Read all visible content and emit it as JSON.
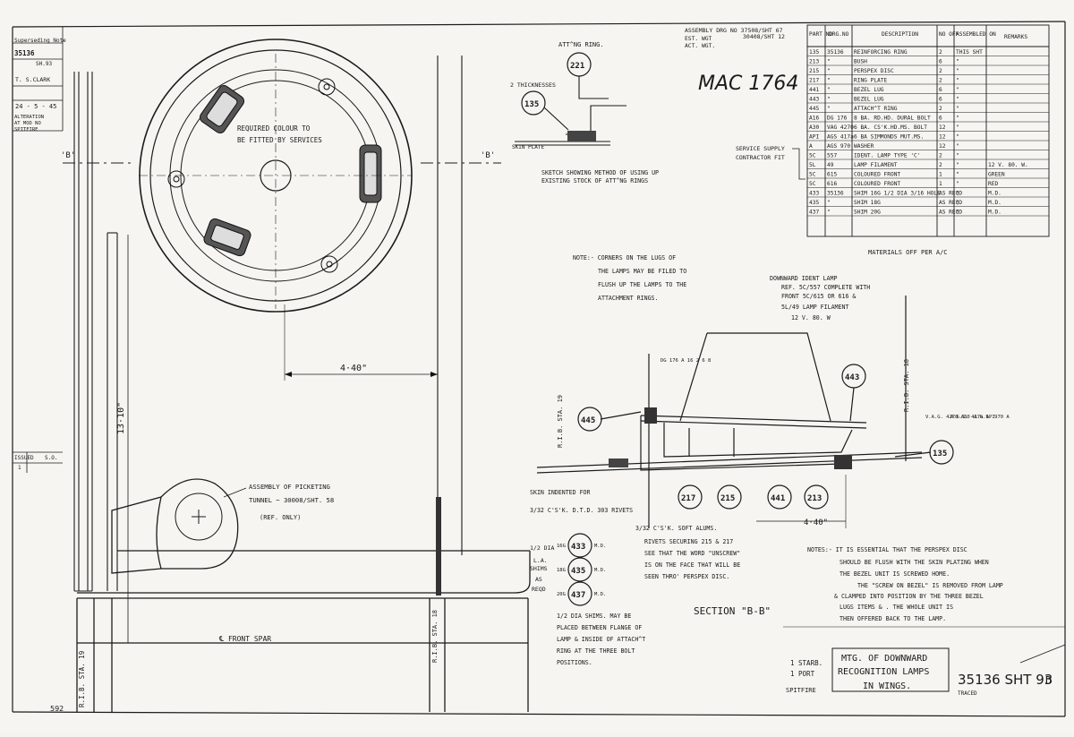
{
  "left_block": {
    "superseding": "Superseding Note",
    "number": "35136",
    "sheet": "SH.93",
    "checker": "T. S.CLARK",
    "date": "24 - 5 - 45",
    "alt1": "ALTERATION",
    "alt2": "AT MOD NO",
    "alt3": "SPITFIRE",
    "issued": "ISSUED",
    "issued_val": "S.O.",
    "issue_no": "1"
  },
  "labels": {
    "rib_sta_19": "R.I.B. STA. 19",
    "rib_sta_18": "R.I.B. STA. 18",
    "front_spar": "℄ FRONT SPAR",
    "section_mark": "'B'",
    "materials_off": "MATERIALS OFF PER A/C",
    "corner_ref": "592"
  },
  "dimensions": {
    "d440": "4·40\"",
    "d1310": "13·10\""
  },
  "plan": {
    "colour_note_1": "REQUIRED COLOUR TO",
    "colour_note_2": "BE FITTED BY SERVICES"
  },
  "picketing": {
    "line1": "ASSEMBLY OF PICKETING",
    "line2": "TUNNEL ~ 30008/SHT. 58",
    "line3": "(REF. ONLY)"
  },
  "sketch": {
    "att_ring": "ATT^NG RING.",
    "b221": "221",
    "b135": "135",
    "thicknesses": "2 THICKNESSES",
    "skin_plate": "SKIN PLATE",
    "caption1": "SKETCH SHOWING METHOD OF USING UP",
    "caption2": "EXISTING STOCK OF ATT^NG RINGS"
  },
  "header": {
    "handwritten": "MAC 1764",
    "assembly": "ASSEMBLY DRG NO 37508/SHT 67",
    "assembly2": "30408/SHT 12",
    "est_wgt": "EST. WGT",
    "act_wgt": "ACT. WGT."
  },
  "table": {
    "headers": [
      "PART NO",
      "DRG.NO",
      "DESCRIPTION",
      "NO OFF",
      "ASSEMBLED ON",
      "REMARKS"
    ],
    "rows": [
      [
        "135",
        "35136",
        "REINFORCING RING",
        "2",
        "THIS SHT",
        ""
      ],
      [
        "213",
        "\"",
        "BUSH",
        "6",
        "\"",
        ""
      ],
      [
        "215",
        "\"",
        "PERSPEX DISC",
        "2",
        "\"",
        ""
      ],
      [
        "217",
        "\"",
        "RING PLATE",
        "2",
        "\"",
        ""
      ],
      [
        "441",
        "\"",
        "BEZEL LUG",
        "6",
        "\"",
        ""
      ],
      [
        "443",
        "\"",
        "BEZEL LUG",
        "6",
        "\"",
        ""
      ],
      [
        "445",
        "\"",
        "ATTACH^T RING",
        "2",
        "\"",
        ""
      ],
      [
        "A16",
        "DG 176",
        "8 BA. RD.HD. DURAL BOLT",
        "6",
        "\"",
        ""
      ],
      [
        "A30",
        "VAG 4270",
        "6 BA. CS'K.HD.MS. BOLT",
        "12",
        "\"",
        ""
      ],
      [
        "API",
        "AGS 417a",
        "6 BA SIMMONDS MUT.MS.",
        "12",
        "\"",
        ""
      ],
      [
        "A",
        "AGS 970",
        "WASHER",
        "12",
        "\"",
        ""
      ],
      [
        "5C",
        "557",
        "IDENT. LAMP TYPE 'C'",
        "2",
        "\"",
        ""
      ],
      [
        "5L",
        "49",
        "LAMP FILAMENT",
        "2",
        "\"",
        "12 V. 80. W."
      ],
      [
        "5C",
        "615",
        "COLOURED FRONT",
        "1",
        "\"",
        "GREEN"
      ],
      [
        "5C",
        "616",
        "COLOURED FRONT",
        "1",
        "\"",
        "RED"
      ],
      [
        "433",
        "35136",
        "SHIM 16G 1/2 DIA 3/16 HOLE",
        "AS REQD",
        "\"",
        "M.D."
      ],
      [
        "435",
        "\"",
        "SHIM 18G",
        "AS REQD",
        "\"",
        "M.D."
      ],
      [
        "437",
        "\"",
        "SHIM 20G",
        "AS REQD",
        "\"",
        "M.D."
      ]
    ],
    "service_supply": "SERVICE SUPPLY",
    "contractor_fit": "CONTRACTOR FIT"
  },
  "notes": {
    "corner": [
      "NOTE:- CORNERS ON THE LUGS OF",
      "THE LAMPS MAY BE FILED TO",
      "FLUSH UP THE LAMPS TO THE",
      "ATTACHMENT RINGS."
    ],
    "lamp": [
      "DOWNWARD IDENT LAMP",
      "REF. 5C/557 COMPLETE WITH",
      "FRONT 5C/615 OR 616 &",
      "5L/49 LAMP FILAMENT",
      "12 V. 80. W"
    ],
    "shim": [
      "1/2 DIA SHIMS. MAY BE",
      "PLACED BETWEEN FLANGE OF",
      "LAMP & INSIDE OF ATTACH^T",
      "RING AT THE THREE BOLT",
      "POSITIONS."
    ],
    "rivets": [
      "RIVETS SECURING 215 & 217",
      "SEE THAT THE WORD \"UNSCREW\"",
      "IS ON THE FACE THAT WILL BE",
      "SEEN THRO' PERSPEX DISC."
    ],
    "essential": [
      "NOTES:- IT IS ESSENTIAL THAT THE PERSPEX DISC",
      "SHOULD BE FLUSH WITH THE SKIN PLATING WHEN",
      "THE BEZEL UNIT IS SCREWED HOME.",
      "THE \"SCREW ON BEZEL\" IS REMOVED FROM LAMP",
      "& CLAMPED INTO POSITION BY THE THREE BEZEL",
      "LUGS ITEMS    &    . THE WHOLE UNIT IS",
      "THEN OFFERED BACK TO THE LAMP."
    ]
  },
  "section": {
    "drg_ref": "DG 176 A 16 2 6 8",
    "ref1": "V.A.G. 4270 A30",
    "ref2": "A.G.S. 417a API",
    "ref3": "A.G.S. 970 A",
    "skin1": "SKIN INDENTED FOR",
    "skin2": "3/32 C'S'K. D.T.D. 303 RIVETS",
    "soft_alums": "3/32 C'S'K. SOFT ALUMS.",
    "title": "SECTION \"B-B\""
  },
  "balloons": {
    "b445": "445",
    "b443": "443",
    "b135": "135",
    "b217": "217",
    "b215": "215",
    "b441": "441",
    "b213": "213",
    "b433": "433",
    "b435": "435",
    "b437": "437"
  },
  "shims": {
    "dia": "1/2 DIA",
    "la": "L.A.",
    "shims": "SHIMS",
    "as": "AS",
    "reqd": "REQD",
    "g16": "16G",
    "g18": "18G",
    "g20": "20G",
    "md": "M.D."
  },
  "title": {
    "stbd": "1 STARB.",
    "port": "1 PORT",
    "aircraft": "SPITFIRE",
    "line1": "MTG. OF DOWNWARD",
    "line2": "RECOGNITION LAMPS",
    "line3": "IN WINGS.",
    "number": "35136 SHT 93",
    "letter": "D",
    "traced": "TRACED"
  }
}
